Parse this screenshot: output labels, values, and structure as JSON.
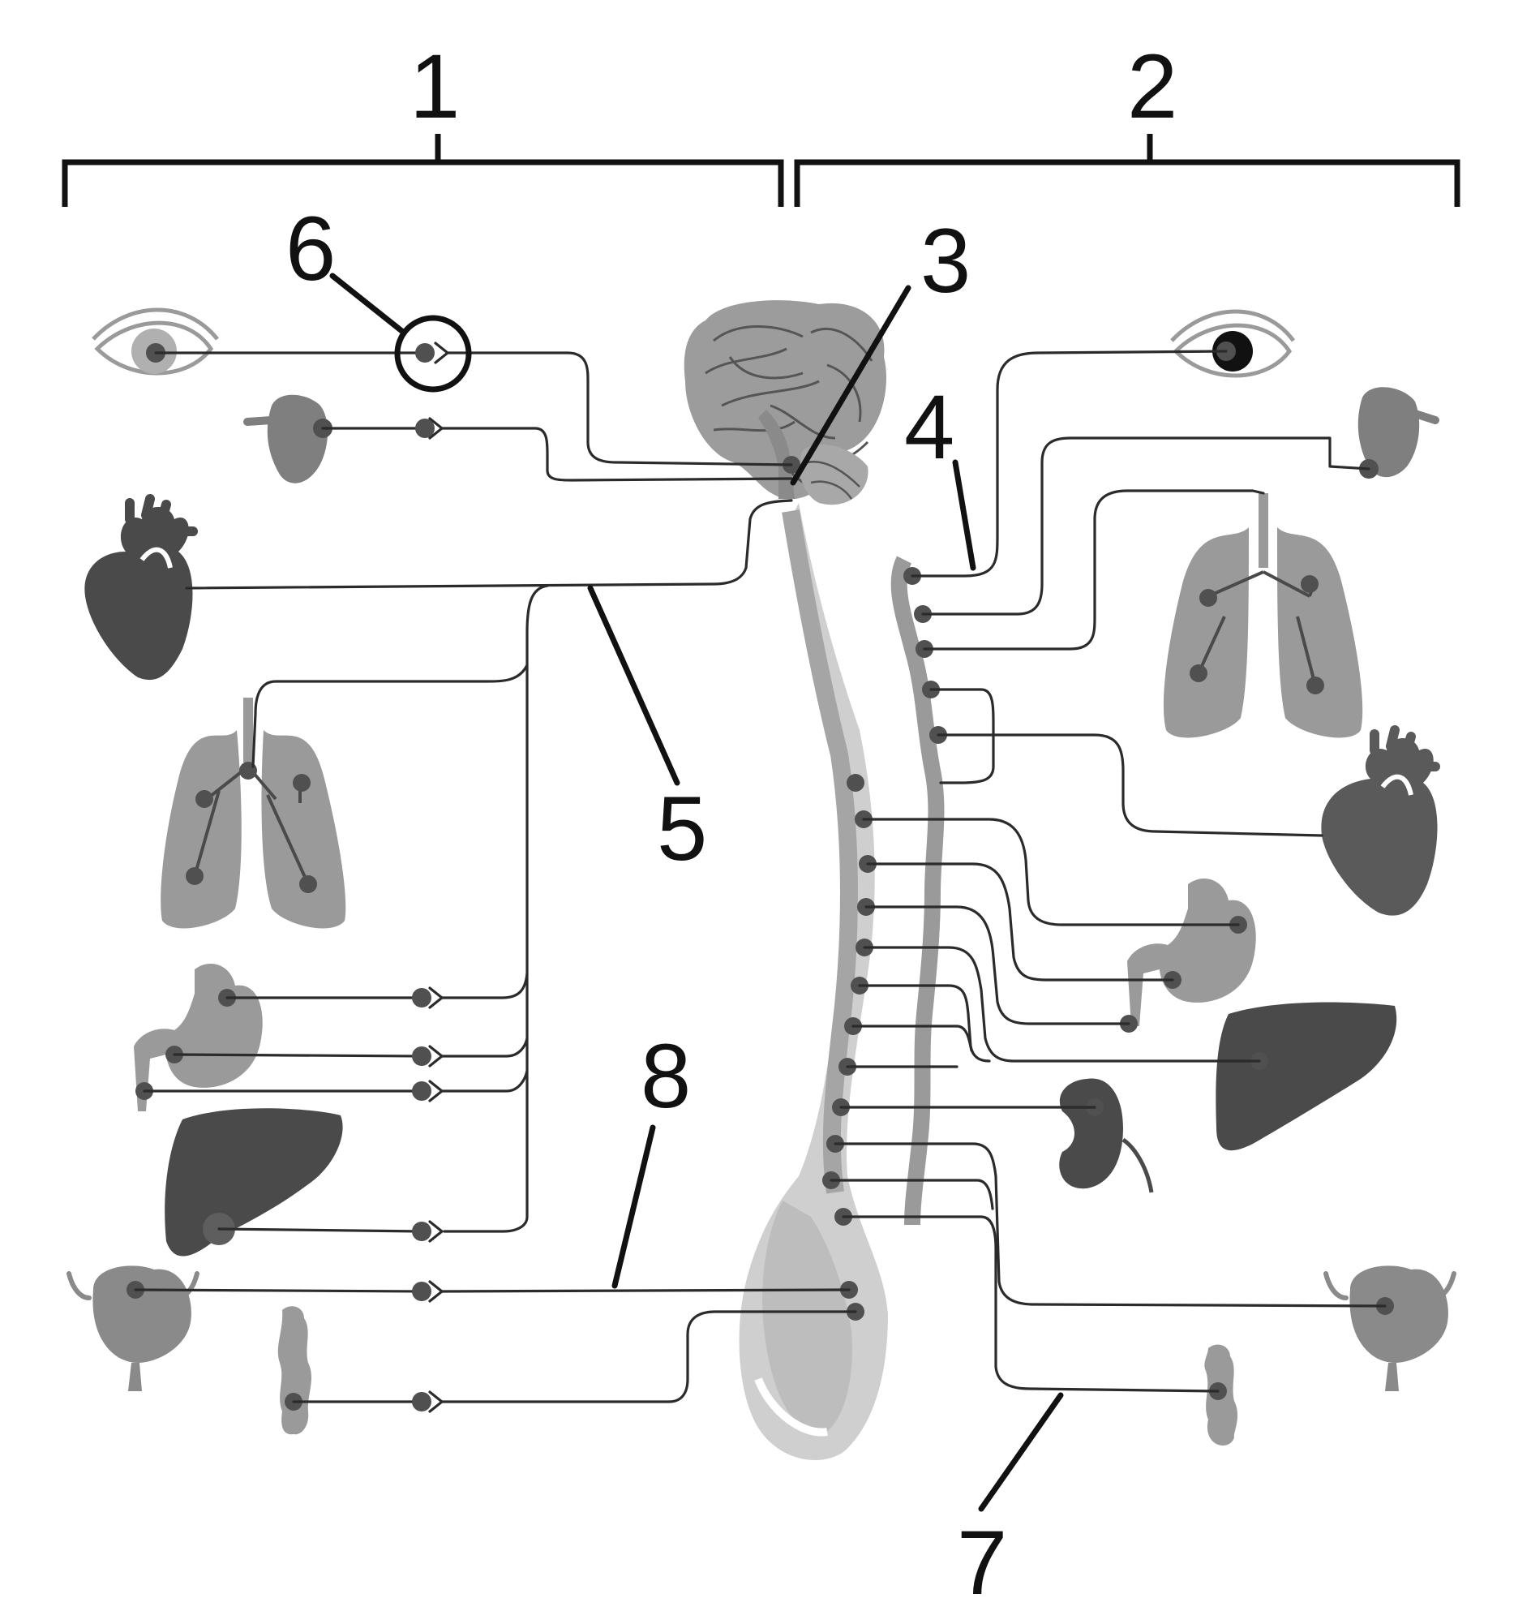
{
  "labels": {
    "l1": "1",
    "l2": "2",
    "l3": "3",
    "l4": "4",
    "l5": "5",
    "l6": "6",
    "l7": "7",
    "l8": "8"
  },
  "colors": {
    "line": "#2b2b2b",
    "label": "#111111",
    "dark_organ": "#4a4a4a",
    "mid_organ": "#7a7a7a",
    "light_organ": "#9a9a9a",
    "spine": "#b8b8b8",
    "node": "#505050"
  },
  "icons": [
    "eye-icon",
    "lacrimal-gland-icon",
    "heart-icon",
    "lungs-icon",
    "stomach-icon",
    "liver-icon",
    "bladder-icon",
    "intestine-icon",
    "kidney-icon",
    "brain-icon",
    "spinal-cord-icon",
    "sympathetic-chain-icon"
  ]
}
